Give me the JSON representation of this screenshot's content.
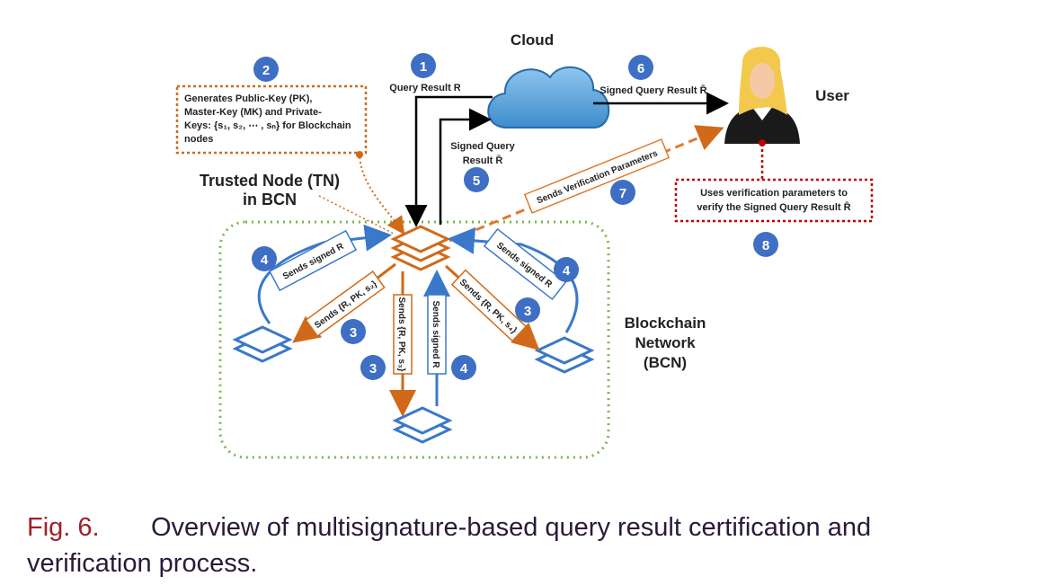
{
  "nodes": {
    "cloud": "Cloud",
    "user": "User",
    "trusted_node_line1": "Trusted Node (TN)",
    "trusted_node_line2": "in BCN",
    "bcn_line1": "Blockchain",
    "bcn_line2": "Network",
    "bcn_line3": "(BCN)"
  },
  "step2_box": [
    "Generates Public-Key (PK),",
    "Master-Key (MK) and Private-",
    "Keys: {s₁, s₂, ⋯ , sₙ} for Blockchain",
    "nodes"
  ],
  "step8_box": [
    "Uses verification parameters to",
    "verify the Signed Query Result R̄"
  ],
  "arrows": {
    "query_result": "Query Result R",
    "signed_query_result_top": "Signed Query Result R̄",
    "signed_query_line1": "Signed Query",
    "signed_query_line2": "Result R̄",
    "sends_verification": "Sends Verification Parameters",
    "sends_signed_r": "Sends signed R",
    "sends_rpk_s2": "Sends {R, PK, s₂}",
    "sends_rpk_s3": "Sends {R, PK, s₃}",
    "sends_rpk_s4": "Sends {R, PK, s₄}"
  },
  "step_badges": [
    "1",
    "2",
    "3",
    "4",
    "5",
    "6",
    "7",
    "8"
  ],
  "caption": {
    "number": "Fig. 6.",
    "line1": "Overview of multisignature-based query result certification and",
    "line2": "verification process."
  },
  "colors": {
    "badge": "#3f6fc4",
    "orange": "#d06a1a",
    "blue": "#3a78c9",
    "green_dotted": "#7ab648",
    "red_dotted": "#c00000",
    "cloud": "#5aa0d8",
    "caption_number": "#a0202a"
  }
}
